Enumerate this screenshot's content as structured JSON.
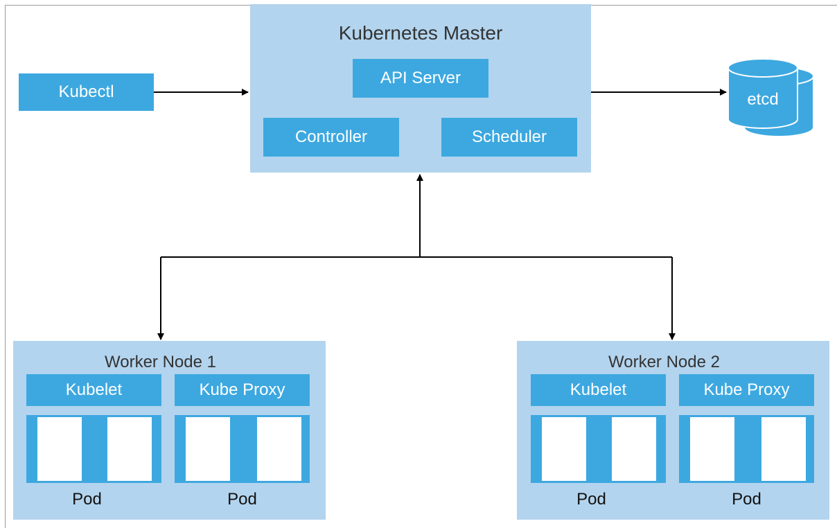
{
  "master": {
    "title": "Kubernetes Master",
    "api_server": "API Server",
    "controller": "Controller",
    "scheduler": "Scheduler"
  },
  "kubectl": "Kubectl",
  "etcd": "etcd",
  "workers": [
    {
      "title": "Worker Node 1",
      "kubelet": "Kubelet",
      "proxy": "Kube Proxy",
      "pod_left": "Pod",
      "pod_right": "Pod"
    },
    {
      "title": "Worker Node 2",
      "kubelet": "Kubelet",
      "proxy": "Kube Proxy",
      "pod_left": "Pod",
      "pod_right": "Pod"
    }
  ],
  "colors": {
    "container_fill": "#b3d4ee",
    "component_fill": "#3da8e0",
    "connector": "#000000"
  }
}
